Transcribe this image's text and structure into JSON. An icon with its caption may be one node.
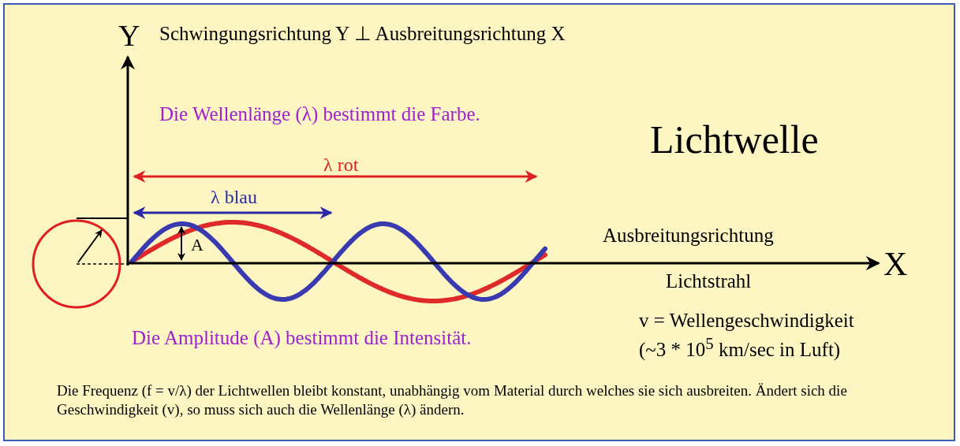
{
  "diagram": {
    "title": "Lichtwelle",
    "caption": "Die Frequenz (f = v/λ) der Lichtwellen bleibt konstant, unabhängig vom Material durch welches sie sich ausbreiten. Ändert sich die Geschwindigkeit (v), so muss sich auch die Wellenlänge (λ) ändern.",
    "labels": [
      "Y",
      "Schwingungsrichtung Y ⊥ Ausbreitungsrichtung X",
      "Die Wellenlänge (λ) bestimmt die Farbe.",
      "λ rot",
      "λ blau",
      "A",
      "Ausbreitungsrichtung",
      "X",
      "Lichtstrahl",
      "Die Amplitude (A) bestimmt die Intensität.",
      "v = Wellengeschwindigkeit",
      "(~3 * 10$^{5}$ km/sec in Luft)"
    ]
  }
}
